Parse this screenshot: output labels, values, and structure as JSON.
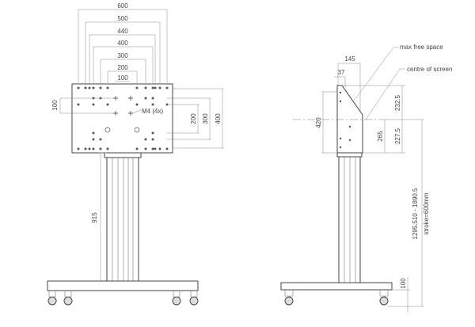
{
  "front_view": {
    "width_dims": [
      "600",
      "500",
      "440",
      "400",
      "300",
      "200",
      "100"
    ],
    "height_dims": [
      "400",
      "300",
      "200"
    ],
    "left_dim": "100",
    "thread_label": "M4 (4x)",
    "column_height": "915"
  },
  "side_view": {
    "depth_dim": "145",
    "offset_dim": "37",
    "max_free_space_label": "max free space",
    "centre_of_screen_label": "centre of screen",
    "plate_height": "420",
    "center_offset": "265",
    "upper_dim": "232.5",
    "lower_dim": "227.5",
    "height_range": "1295.510 - 1890.5",
    "stroke": "stroke=600mm",
    "base_height": "100"
  }
}
